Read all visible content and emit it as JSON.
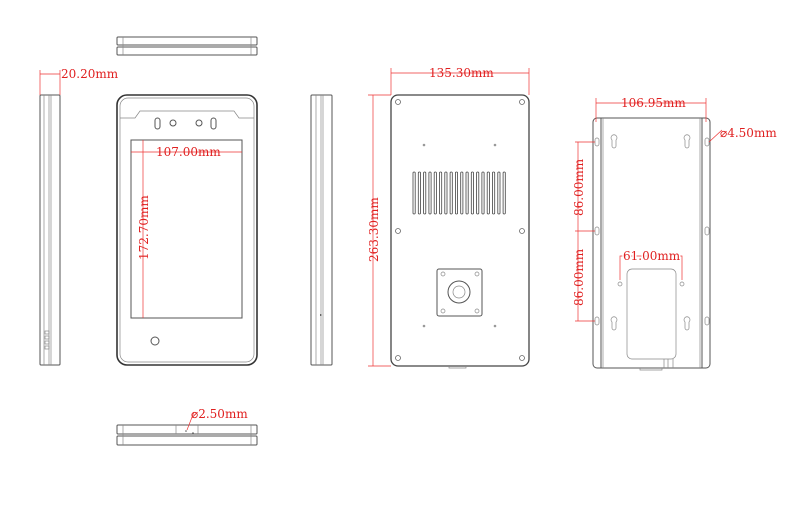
{
  "dimensions": {
    "side_depth": "20.20mm",
    "screen_width": "107.00mm",
    "screen_height": "172.70mm",
    "bottom_hole": "⌀2.50mm",
    "back_width": "135.30mm",
    "back_height": "263.30mm",
    "bracket_width": "106.95mm",
    "bracket_hole": "⌀4.50mm",
    "bracket_spacing_upper": "86.00mm",
    "bracket_spacing_lower": "86.00mm",
    "bracket_inner_spacing": "61.00mm"
  },
  "colors": {
    "line": "#555555",
    "dimension": "#e02020"
  }
}
